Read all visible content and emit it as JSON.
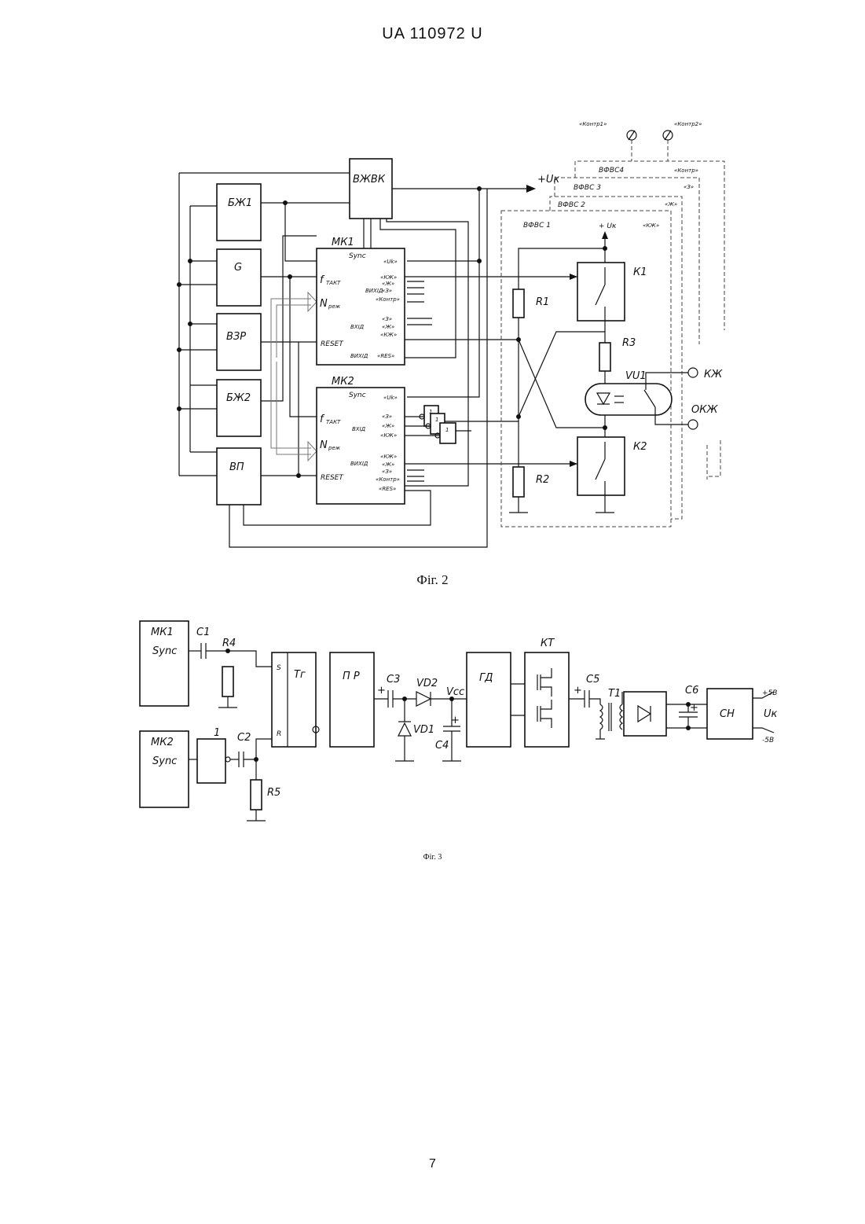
{
  "header": {
    "text": "UA   110972   U"
  },
  "captions": {
    "fig2": "Фіг. 2",
    "fig3": "Фіг. 3"
  },
  "page_number": "7",
  "fig2": {
    "blocks": {
      "bzh1": "БЖ1",
      "g": "G",
      "vzr": "ВЗР",
      "bzh2": "БЖ2",
      "vp": "ВП",
      "vzhvk": "ВЖВК",
      "mk1": "МК1",
      "mk2": "МК2"
    },
    "mk_pins": {
      "sync": "Sync",
      "uk": "«Uk»",
      "f_takt": "f",
      "f_sub": "ТАКТ",
      "n_rezh": "N",
      "n_sub": "реж",
      "reset": "RESET",
      "vykhid": "ВИХІД",
      "vkhid": "ВХІД",
      "kzh": "«КЖ»",
      "zh": "«Ж»",
      "z": "«З»",
      "kontr": "«Контр»",
      "res": "«RES»"
    },
    "gates": {
      "g1": "1",
      "g2": "1",
      "g3": "1"
    },
    "circuit": {
      "plus_uk": "+Uк",
      "plus_uk2": "+ Uк",
      "vfvs1": "ВФВС 1",
      "vfvs2": "ВФВС 2",
      "vfvs3": "ВФВС 3",
      "vfvs4": "ВФВС4",
      "kzh_tag": "«КЖ»",
      "zh_tag": "«Ж»",
      "z_tag": "«З»",
      "kontr_tag": "«Контр»",
      "kontr1": "«Контр1»",
      "kontr2": "«Контр2»",
      "k1": "К1",
      "k2": "К2",
      "r1": "R1",
      "r2": "R2",
      "r3": "R3",
      "vu1": "VU1",
      "kzh_out": "КЖ",
      "okzh_out": "ОКЖ"
    }
  },
  "fig3": {
    "mk1": "МК1",
    "mk1_sync": "Sync",
    "mk2": "МК2",
    "mk2_sync": "Sync",
    "c1": "С1",
    "r4": "R4",
    "c2": "С2",
    "r5": "R5",
    "inv": "1",
    "tg": "Тг",
    "s": "S",
    "r": "R",
    "pr": "П Р",
    "c3": "С3",
    "plus1": "+",
    "vd2": "VD2",
    "vd1": "VD1",
    "vcc": "Vcc",
    "c4": "С4",
    "plus2": "+",
    "gd": "ГД",
    "kt": "КТ",
    "c5": "С5",
    "plus3": "+",
    "t1": "Т1",
    "c6": "С6",
    "plus4": "+",
    "sn": "СН",
    "out_p5": "+5В",
    "out_uk": "Uк",
    "out_m5": "-5В"
  }
}
